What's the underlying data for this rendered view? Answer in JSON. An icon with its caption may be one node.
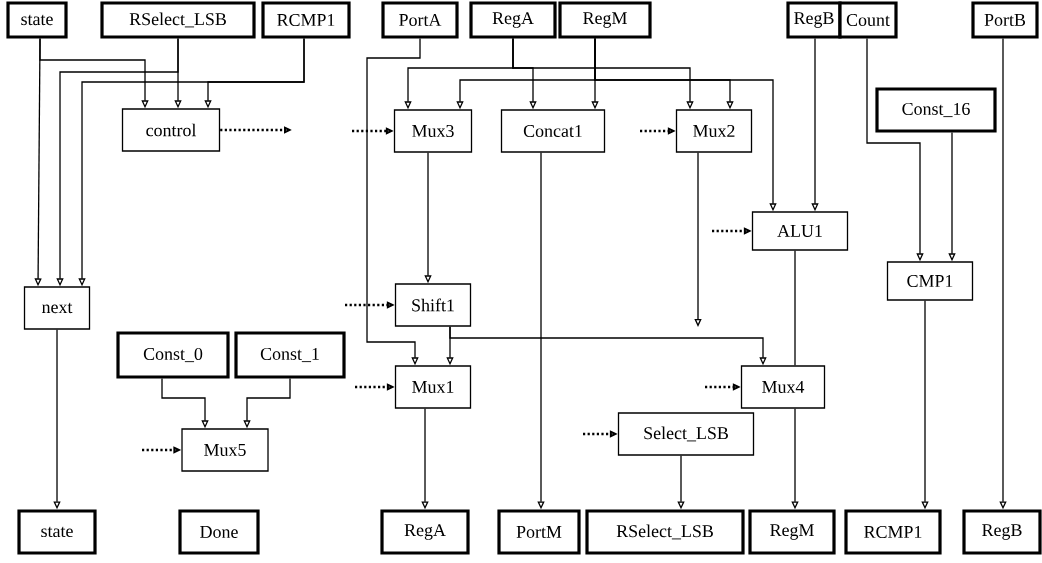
{
  "diagram": {
    "nodes": [
      {
        "text": [
          "state"
        ]
      },
      {
        "text": [
          "RSelect_LSB"
        ]
      },
      {
        "text": [
          "RCMP1"
        ]
      },
      {
        "text": [
          "PortA"
        ]
      },
      {
        "text": [
          "RegA"
        ]
      },
      {
        "text": [
          "RegM"
        ]
      },
      {
        "text": [
          "RegB"
        ]
      },
      {
        "text": [
          "Count"
        ]
      },
      {
        "text": [
          "PortB"
        ]
      },
      {
        "text": [
          "Const_16"
        ]
      },
      {
        "text": [
          "control"
        ]
      },
      {
        "text": [
          "Mux3"
        ]
      },
      {
        "text": [
          "Concat1"
        ]
      },
      {
        "text": [
          "Mux2"
        ]
      },
      {
        "text": [
          "ALU1"
        ]
      },
      {
        "text": [
          "next"
        ]
      },
      {
        "text": [
          "Shift1"
        ]
      },
      {
        "text": [
          "CMP1"
        ]
      },
      {
        "text": [
          "Const_0"
        ]
      },
      {
        "text": [
          "Const_1"
        ]
      },
      {
        "text": [
          "Mux1"
        ]
      },
      {
        "text": [
          "Mux4"
        ]
      },
      {
        "text": [
          "Mux5"
        ]
      },
      {
        "text": [
          "Select_LSB"
        ]
      },
      {
        "text": [
          "state"
        ]
      },
      {
        "text": [
          "Done"
        ]
      },
      {
        "text": [
          "RegA"
        ]
      },
      {
        "text": [
          "PortM"
        ]
      },
      {
        "text": [
          "RSelect_LSB"
        ]
      },
      {
        "text": [
          "RegM"
        ]
      },
      {
        "text": [
          "RCMP1"
        ]
      },
      {
        "text": [
          "RegB"
        ]
      }
    ],
    "edges": [
      {
        "from": 0,
        "to": 10,
        "arrow": "to"
      },
      {
        "from": 0,
        "to": 15,
        "arrow": "to"
      },
      {
        "from": 1,
        "to": 10,
        "arrow": "to"
      },
      {
        "from": 1,
        "to": 15,
        "arrow": "to"
      },
      {
        "from": 2,
        "to": 10,
        "arrow": "to"
      },
      {
        "from": 2,
        "to": 15,
        "arrow": "to"
      },
      {
        "from": 4,
        "to": 11,
        "arrow": "to"
      },
      {
        "from": 4,
        "to": 12,
        "arrow": "to"
      },
      {
        "from": 4,
        "to": 13,
        "arrow": "to"
      },
      {
        "from": 5,
        "to": 11,
        "arrow": "to"
      },
      {
        "from": 5,
        "to": 12,
        "arrow": "to"
      },
      {
        "from": 5,
        "to": 13,
        "arrow": "to"
      },
      {
        "from": 5,
        "to": 14,
        "arrow": "to"
      },
      {
        "from": 3,
        "to": 20,
        "arrow": "to"
      },
      {
        "from": 6,
        "to": 14,
        "arrow": "to"
      },
      {
        "from": 7,
        "to": 17,
        "arrow": "to"
      },
      {
        "from": 9,
        "to": 17,
        "arrow": "to"
      },
      {
        "from": 8,
        "to": 31,
        "arrow": "to"
      },
      {
        "from": 10,
        "to": null,
        "arrow": "to",
        "style": "dashed"
      },
      {
        "from": null,
        "to": 11,
        "arrow": "to",
        "style": "dashed"
      },
      {
        "from": null,
        "to": 13,
        "arrow": "to",
        "style": "dashed"
      },
      {
        "from": null,
        "to": 14,
        "arrow": "to",
        "style": "dashed"
      },
      {
        "from": null,
        "to": 16,
        "arrow": "to",
        "style": "dashed"
      },
      {
        "from": null,
        "to": 20,
        "arrow": "to",
        "style": "dashed"
      },
      {
        "from": null,
        "to": 21,
        "arrow": "to",
        "style": "dashed"
      },
      {
        "from": null,
        "to": 22,
        "arrow": "to",
        "style": "dashed"
      },
      {
        "from": null,
        "to": 23,
        "arrow": "to",
        "style": "dashed"
      },
      {
        "from": 11,
        "to": 16,
        "arrow": "to"
      },
      {
        "from": 13,
        "to": null,
        "arrow": "to"
      },
      {
        "from": 14,
        "to": 21,
        "arrow": "none"
      },
      {
        "from": 16,
        "to": 20,
        "arrow": "to"
      },
      {
        "from": 16,
        "to": 21,
        "arrow": "to"
      },
      {
        "from": 15,
        "to": 24,
        "arrow": "to"
      },
      {
        "from": 18,
        "to": 22,
        "arrow": "to"
      },
      {
        "from": 19,
        "to": 22,
        "arrow": "to"
      },
      {
        "from": 20,
        "to": 26,
        "arrow": "to"
      },
      {
        "from": 12,
        "to": 27,
        "arrow": "to"
      },
      {
        "from": 23,
        "to": 28,
        "arrow": "to"
      },
      {
        "from": 21,
        "to": 29,
        "arrow": "to"
      },
      {
        "from": 17,
        "to": 30,
        "arrow": "to"
      }
    ]
  }
}
